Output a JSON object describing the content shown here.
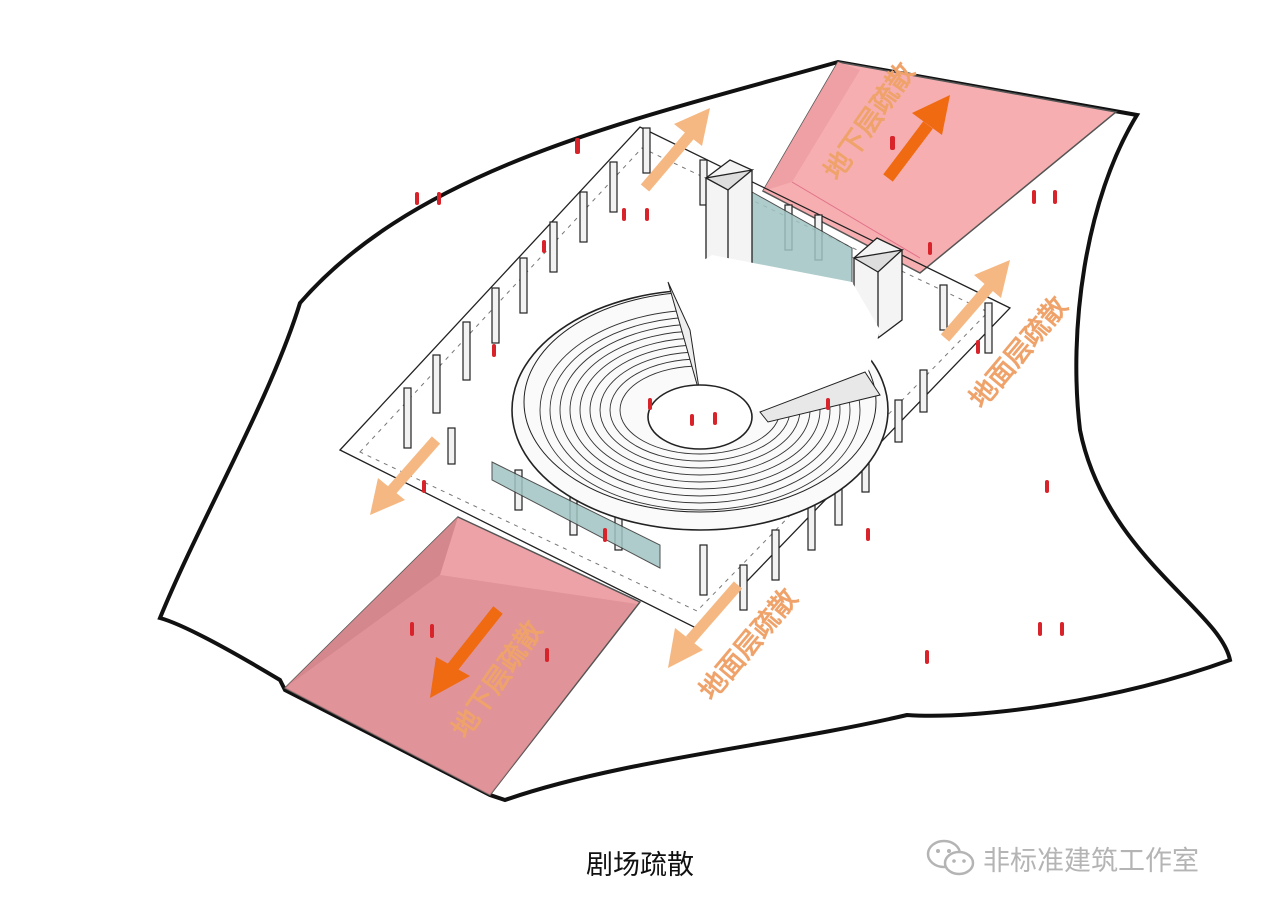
{
  "caption": "剧场疏散",
  "watermark": {
    "text": "非标准建筑工作室",
    "icon": "wechat-icon"
  },
  "labels": {
    "underground_top": "地下层疏散",
    "underground_bottom": "地下层疏散",
    "ground_right": "地面层疏散",
    "ground_bottom": "地面层疏散"
  },
  "colors": {
    "ramp": "#f6aeb0",
    "ramp_dark": "#d9888c",
    "arrow_underground": "#ef6a10",
    "arrow_ground": "#f6b882",
    "label": "#efa36b",
    "people": "#d8232a",
    "glass": "#9fc4c2"
  }
}
